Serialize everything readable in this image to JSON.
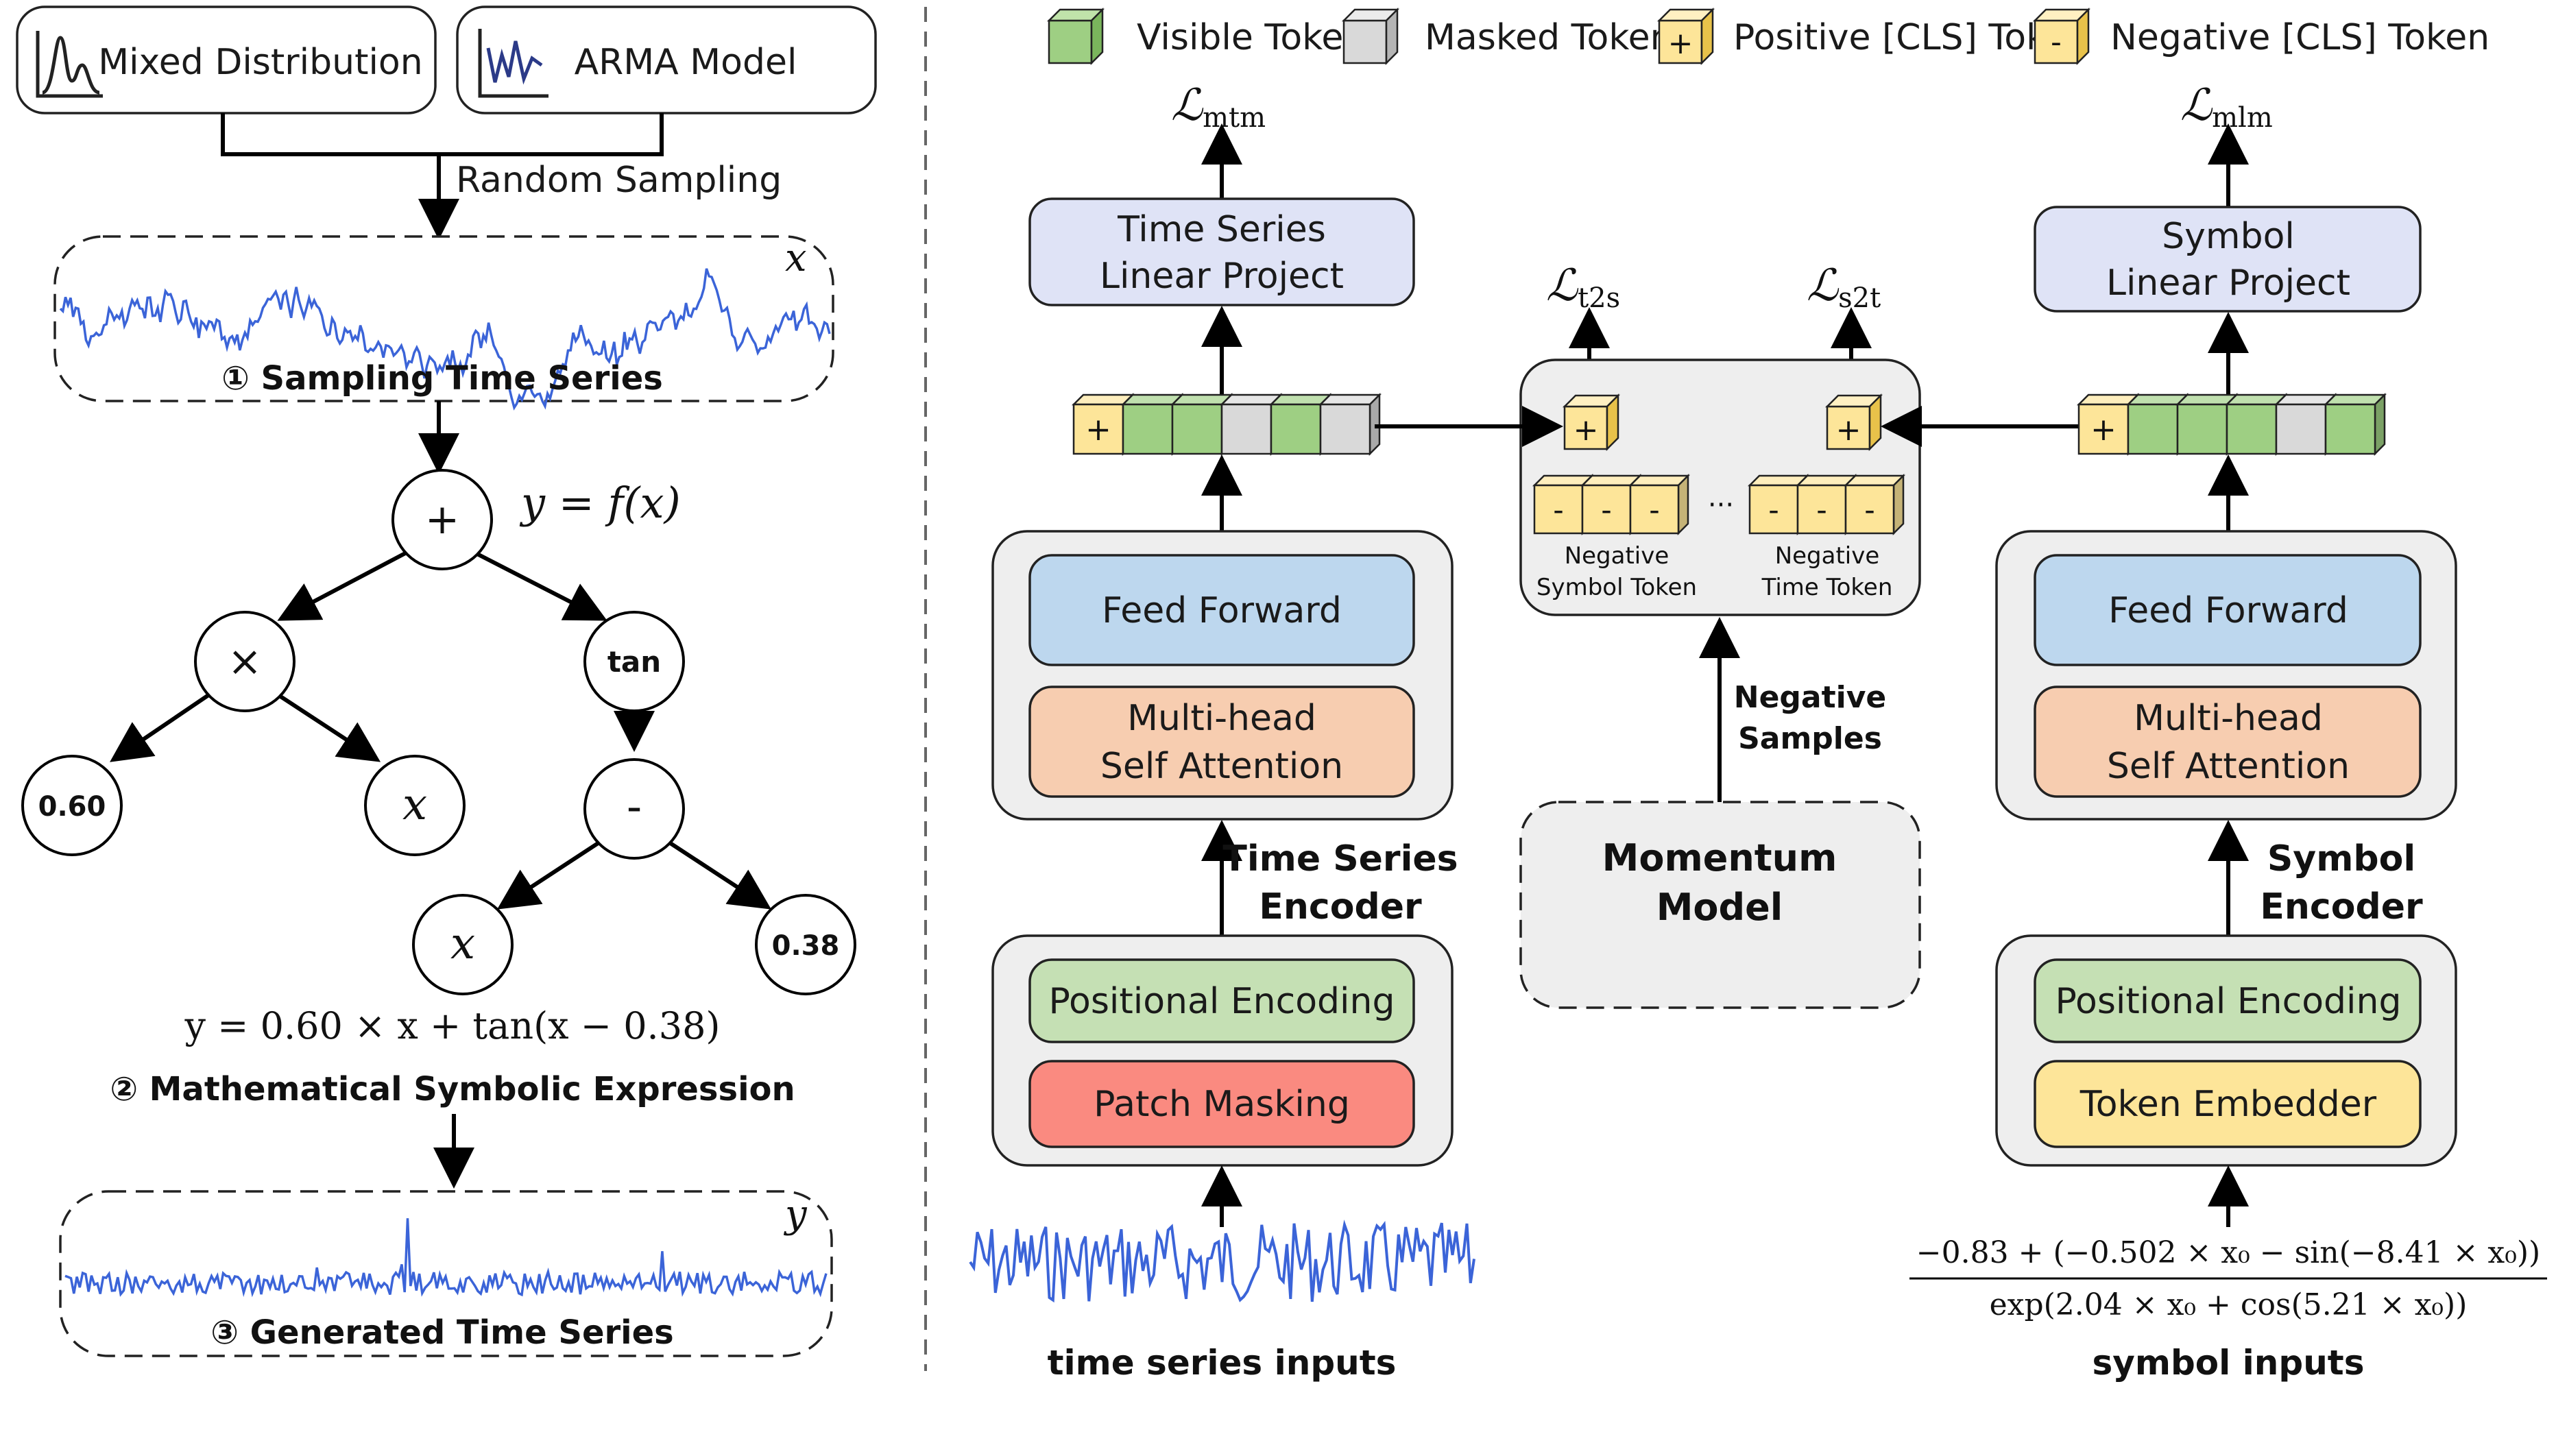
{
  "left": {
    "mixed_distribution": "Mixed Distribution",
    "arma_model": "ARMA Model",
    "random_sampling": "Random Sampling",
    "var_x": "x",
    "step1": "① Sampling Time Series",
    "func_eq": "y = f(x)",
    "node_plus": "+",
    "node_times": "×",
    "node_tan": "tan",
    "node_minus": "-",
    "leaf_060": "0.60",
    "leaf_x1": "x",
    "leaf_x2": "x",
    "leaf_038": "0.38",
    "expression": "y = 0.60 × x + tan(x − 0.38)",
    "step2": "② Mathematical Symbolic Expression",
    "var_y": "y",
    "step3": "③ Generated Time Series"
  },
  "legend": {
    "visible": "Visible Token",
    "masked": "Masked Token",
    "positive": "Positive [CLS] Token",
    "negative": "Negative [CLS] Token",
    "plus": "+",
    "minus": "-"
  },
  "losses": {
    "mtm_base": "ℒ",
    "mtm_sub": "mtm",
    "mlm_base": "ℒ",
    "mlm_sub": "mlm",
    "t2s_base": "ℒ",
    "t2s_sub": "t2s",
    "s2t_base": "ℒ",
    "s2t_sub": "s2t"
  },
  "ts_branch": {
    "proj_line1": "Time Series",
    "proj_line2": "Linear Project",
    "feed_forward": "Feed Forward",
    "attn_line1": "Multi-head",
    "attn_line2": "Self Attention",
    "encoder_line1": "Time Series",
    "encoder_line2": "Encoder",
    "positional": "Positional Encoding",
    "patch_masking": "Patch Masking",
    "input_label": "time series inputs"
  },
  "sym_branch": {
    "proj_line1": "Symbol",
    "proj_line2": "Linear Project",
    "feed_forward": "Feed Forward",
    "attn_line1": "Multi-head",
    "attn_line2": "Self Attention",
    "encoder_line1": "Symbol",
    "encoder_line2": "Encoder",
    "positional": "Positional Encoding",
    "embedder": "Token Embedder",
    "numerator": "−0.83 + (−0.502 × x₀ − sin(−8.41 × x₀))",
    "denominator": "exp(2.04 × x₀ + cos(5.21 × x₀))",
    "input_label": "symbol inputs"
  },
  "momentum": {
    "neg_symbol_line1": "Negative",
    "neg_symbol_line2": "Symbol Token",
    "neg_time_line1": "Negative",
    "neg_time_line2": "Time Token",
    "ellipsis": "···",
    "neg_samples_line1": "Negative",
    "neg_samples_line2": "Samples",
    "model_line1": "Momentum",
    "model_line2": "Model",
    "plus": "+",
    "minus": "-"
  },
  "colors": {
    "visible_token": "#9ecf83",
    "masked_token": "#d9d9d9",
    "cls_token": "#fde599",
    "projection": "#dfe3f6",
    "feed_forward": "#bdd7ee",
    "attention": "#f7cdb0",
    "positional": "#c5e0b4",
    "patch_masking": "#fa8a80",
    "embedder": "#fde599",
    "panel": "#eeeeee",
    "series": "#3b64d8"
  }
}
